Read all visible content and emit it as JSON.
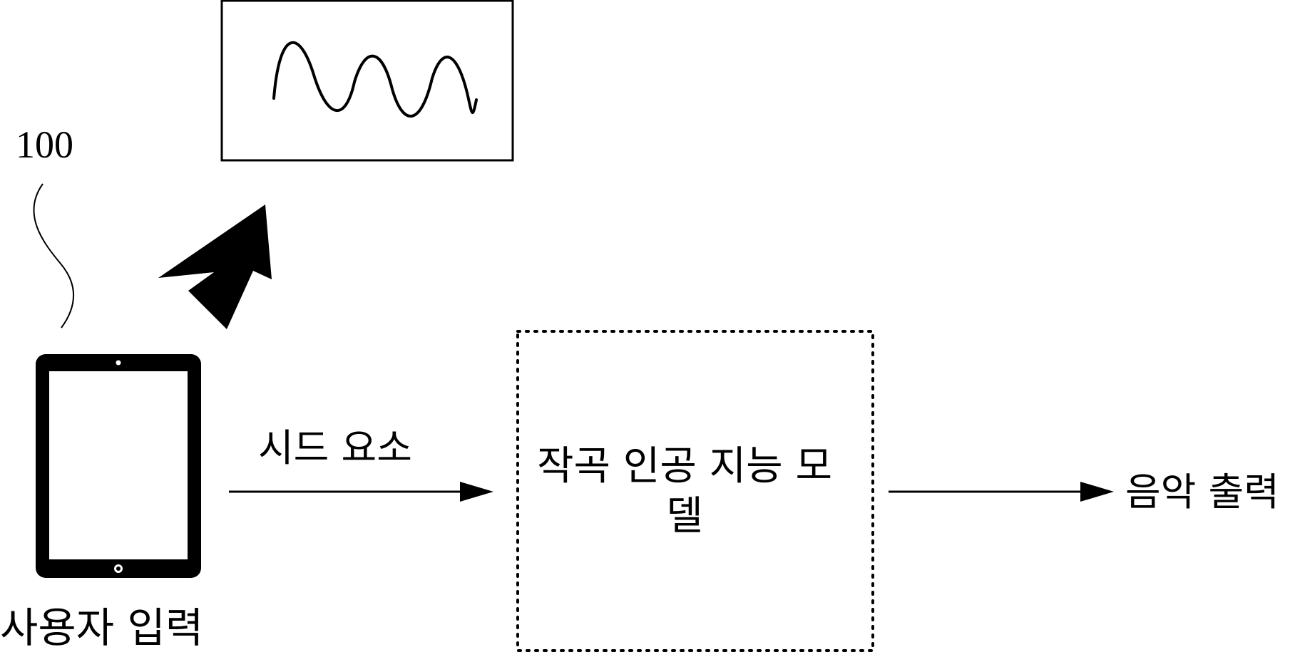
{
  "diagram": {
    "reference_number": "100",
    "seed_label": "시드 요소",
    "model_label": "작곡 인공 지능 모델",
    "output_label": "음악 출력",
    "input_label": "사용자 입력",
    "colors": {
      "stroke": "#000000",
      "background": "#ffffff"
    },
    "icons": [
      "tablet-icon",
      "waveform-display",
      "diagonal-arrow-icon"
    ]
  }
}
